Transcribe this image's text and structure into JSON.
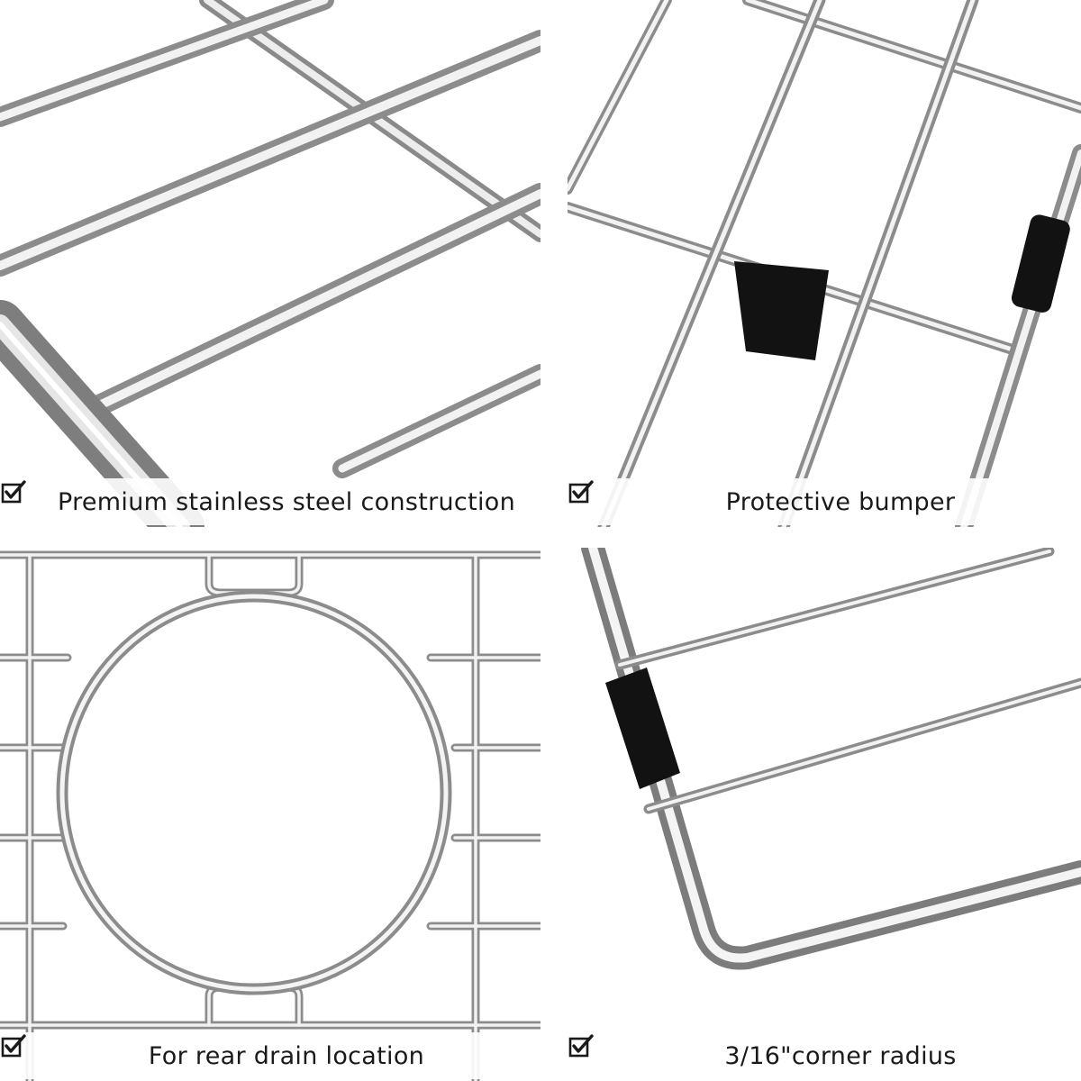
{
  "panels": [
    {
      "caption": "Premium stainless steel construction"
    },
    {
      "caption": "Protective bumper"
    },
    {
      "caption": "For rear drain location"
    },
    {
      "caption": "3/16\"corner radius"
    }
  ],
  "icons": {
    "caption_icon": "checkbox-check-icon"
  },
  "colors": {
    "steel_light": "#f2f2f2",
    "steel_mid": "#b9b9b9",
    "steel_dark": "#6e6e6e",
    "bumper": "#111111",
    "text": "#1a1a1a"
  }
}
